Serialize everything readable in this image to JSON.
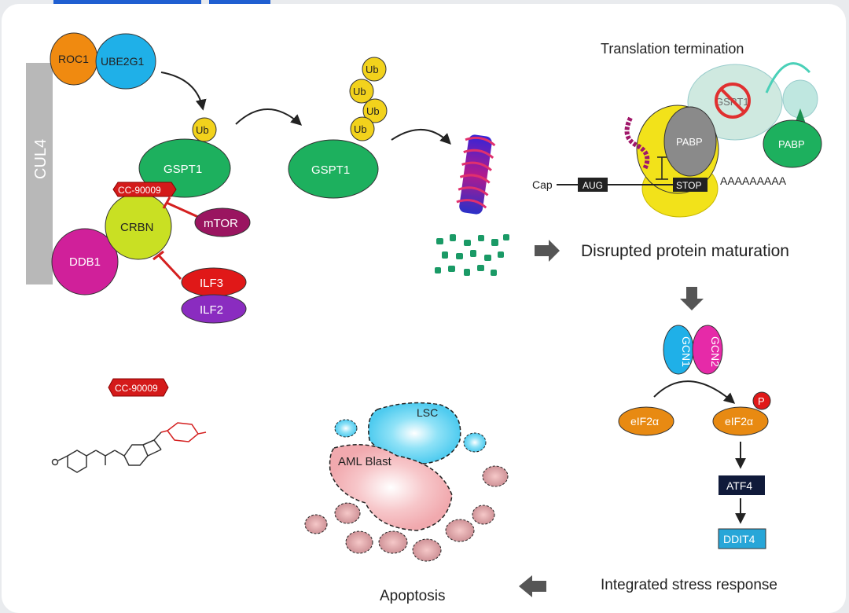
{
  "labels": {
    "cul4": "CUL4",
    "roc1": "ROC1",
    "ube2g1": "UBE2G1",
    "ub": "Ub",
    "gspt1": "GSPT1",
    "cc90009": "CC-90009",
    "crbn": "CRBN",
    "ddb1": "DDB1",
    "mtor": "mTOR",
    "ilf3": "ILF3",
    "ilf2": "ILF2",
    "translation_termination": "Translation termination",
    "pabp": "PABP",
    "gspt_crossed": "GSPT1",
    "cap": "Cap",
    "aug": "AUG",
    "stop": "STOP",
    "polya": "AAAAAAAAA",
    "disrupted": "Disrupted protein maturation",
    "gcn1": "GCN1",
    "gcn2": "GCN2",
    "eif2a": "eIF2α",
    "p": "P",
    "atf4": "ATF4",
    "ddit4": "DDIT4",
    "isr": "Integrated stress response",
    "lsc": "LSC",
    "aml_blast": "AML Blast",
    "apoptosis": "Apoptosis"
  },
  "colors": {
    "gspt1": "#1db05e",
    "crbn": "#c9e023",
    "ddb1": "#d0209a",
    "roc1": "#f08a10",
    "ube2g1": "#1fb0e8",
    "ub": "#f2d21c",
    "mtor": "#9a1560",
    "ilf3": "#e01818",
    "ilf2": "#8a2cc0",
    "inhibit": "#d42020",
    "lsc": "#5fd3f0",
    "blast": "#f4b4b8",
    "eif2a": "#e88a12",
    "atf4": "#101a3a",
    "ddit4": "#27a6d8"
  }
}
